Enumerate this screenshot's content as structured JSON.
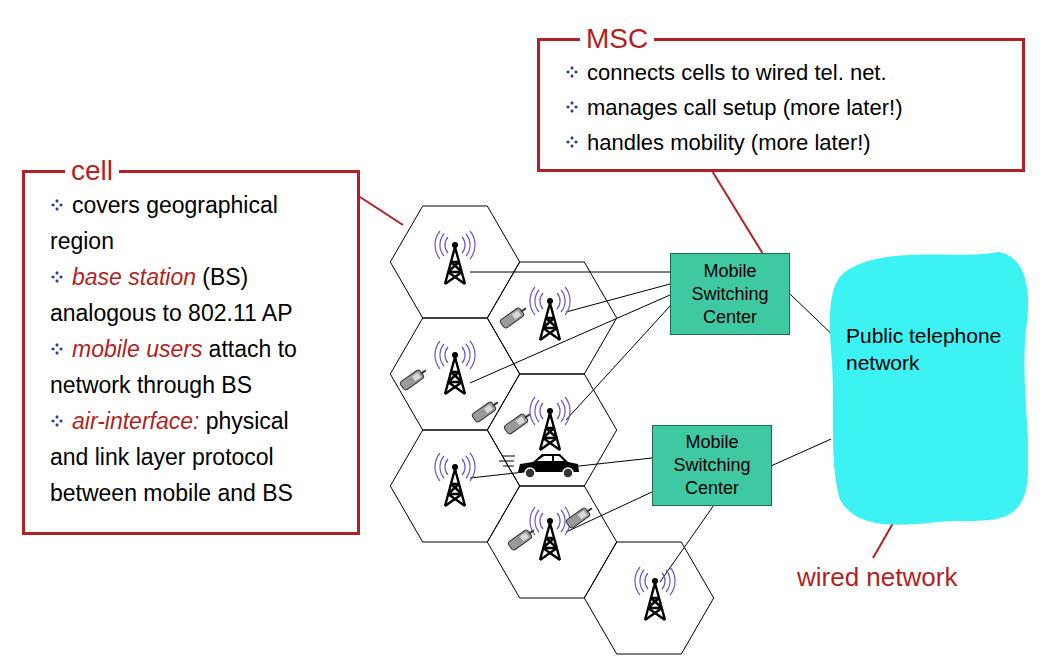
{
  "diagram": {
    "nodes": [
      {
        "text": [
          "MSC",
          "connects cells to wired tel. net.",
          "manages call setup (more later!)",
          "handles mobility (more later!)"
        ]
      },
      {
        "text": [
          "cell",
          "covers geographical region",
          "base station",
          "(BS) analogous to 802.11 AP",
          "mobile users",
          "attach to network through BS",
          "air-interface:",
          "physical and link layer protocol between mobile and BS"
        ]
      },
      {
        "text": [
          "Mobile Switching Center"
        ]
      },
      {
        "text": [
          "Public telephone network"
        ]
      },
      {
        "text": [
          "Mobile Switching Center"
        ]
      }
    ],
    "edges": [
      {
        "from": 0,
        "to": 2,
        "arrow": "none"
      },
      {
        "from": 2,
        "to": 3,
        "arrow": "none"
      },
      {
        "from": 4,
        "to": 3,
        "arrow": "none"
      }
    ],
    "labels": [
      "wired network"
    ]
  }
}
